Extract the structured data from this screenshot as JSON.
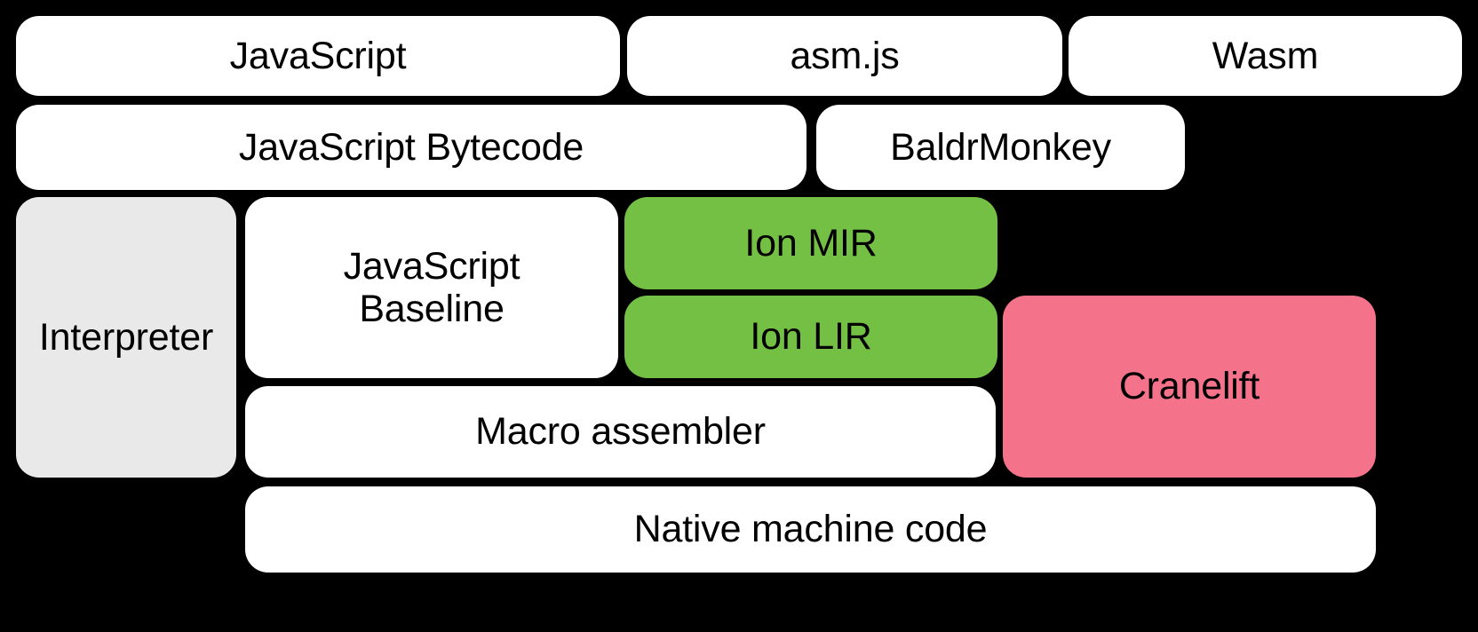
{
  "diagram": {
    "title": "SpiderMonkey compilation pipeline",
    "background_color": "#000000",
    "palette": {
      "white": "#ffffff",
      "gray": "#e9e9e9",
      "green": "#74c044",
      "pink": "#f4738b",
      "text": "#000000"
    },
    "rows": [
      {
        "name": "source-languages",
        "nodes": [
          "javascript",
          "asm_js",
          "wasm"
        ]
      },
      {
        "name": "intermediate-front-end",
        "nodes": [
          "javascript_bytecode",
          "baldrmonkey"
        ]
      },
      {
        "name": "execution-tiers",
        "nodes": [
          "interpreter",
          "javascript_baseline",
          "ion_mir",
          "ion_lir",
          "cranelift"
        ]
      },
      {
        "name": "code-generation",
        "nodes": [
          "macro_assembler"
        ]
      },
      {
        "name": "output",
        "nodes": [
          "native_machine_code"
        ]
      }
    ],
    "nodes": {
      "javascript": {
        "label": "JavaScript",
        "color": "#ffffff"
      },
      "asm_js": {
        "label": "asm.js",
        "color": "#ffffff"
      },
      "wasm": {
        "label": "Wasm",
        "color": "#ffffff"
      },
      "javascript_bytecode": {
        "label": "JavaScript Bytecode",
        "color": "#ffffff"
      },
      "baldrmonkey": {
        "label": "BaldrMonkey",
        "color": "#ffffff"
      },
      "interpreter": {
        "label": "Interpreter",
        "color": "#e9e9e9"
      },
      "javascript_baseline": {
        "label": "JavaScript\nBaseline",
        "color": "#ffffff"
      },
      "ion_mir": {
        "label": "Ion MIR",
        "color": "#74c044"
      },
      "ion_lir": {
        "label": "Ion LIR",
        "color": "#74c044"
      },
      "cranelift": {
        "label": "Cranelift",
        "color": "#f4738b"
      },
      "macro_assembler": {
        "label": "Macro assembler",
        "color": "#ffffff"
      },
      "native_machine_code": {
        "label": "Native machine code",
        "color": "#ffffff"
      }
    }
  }
}
